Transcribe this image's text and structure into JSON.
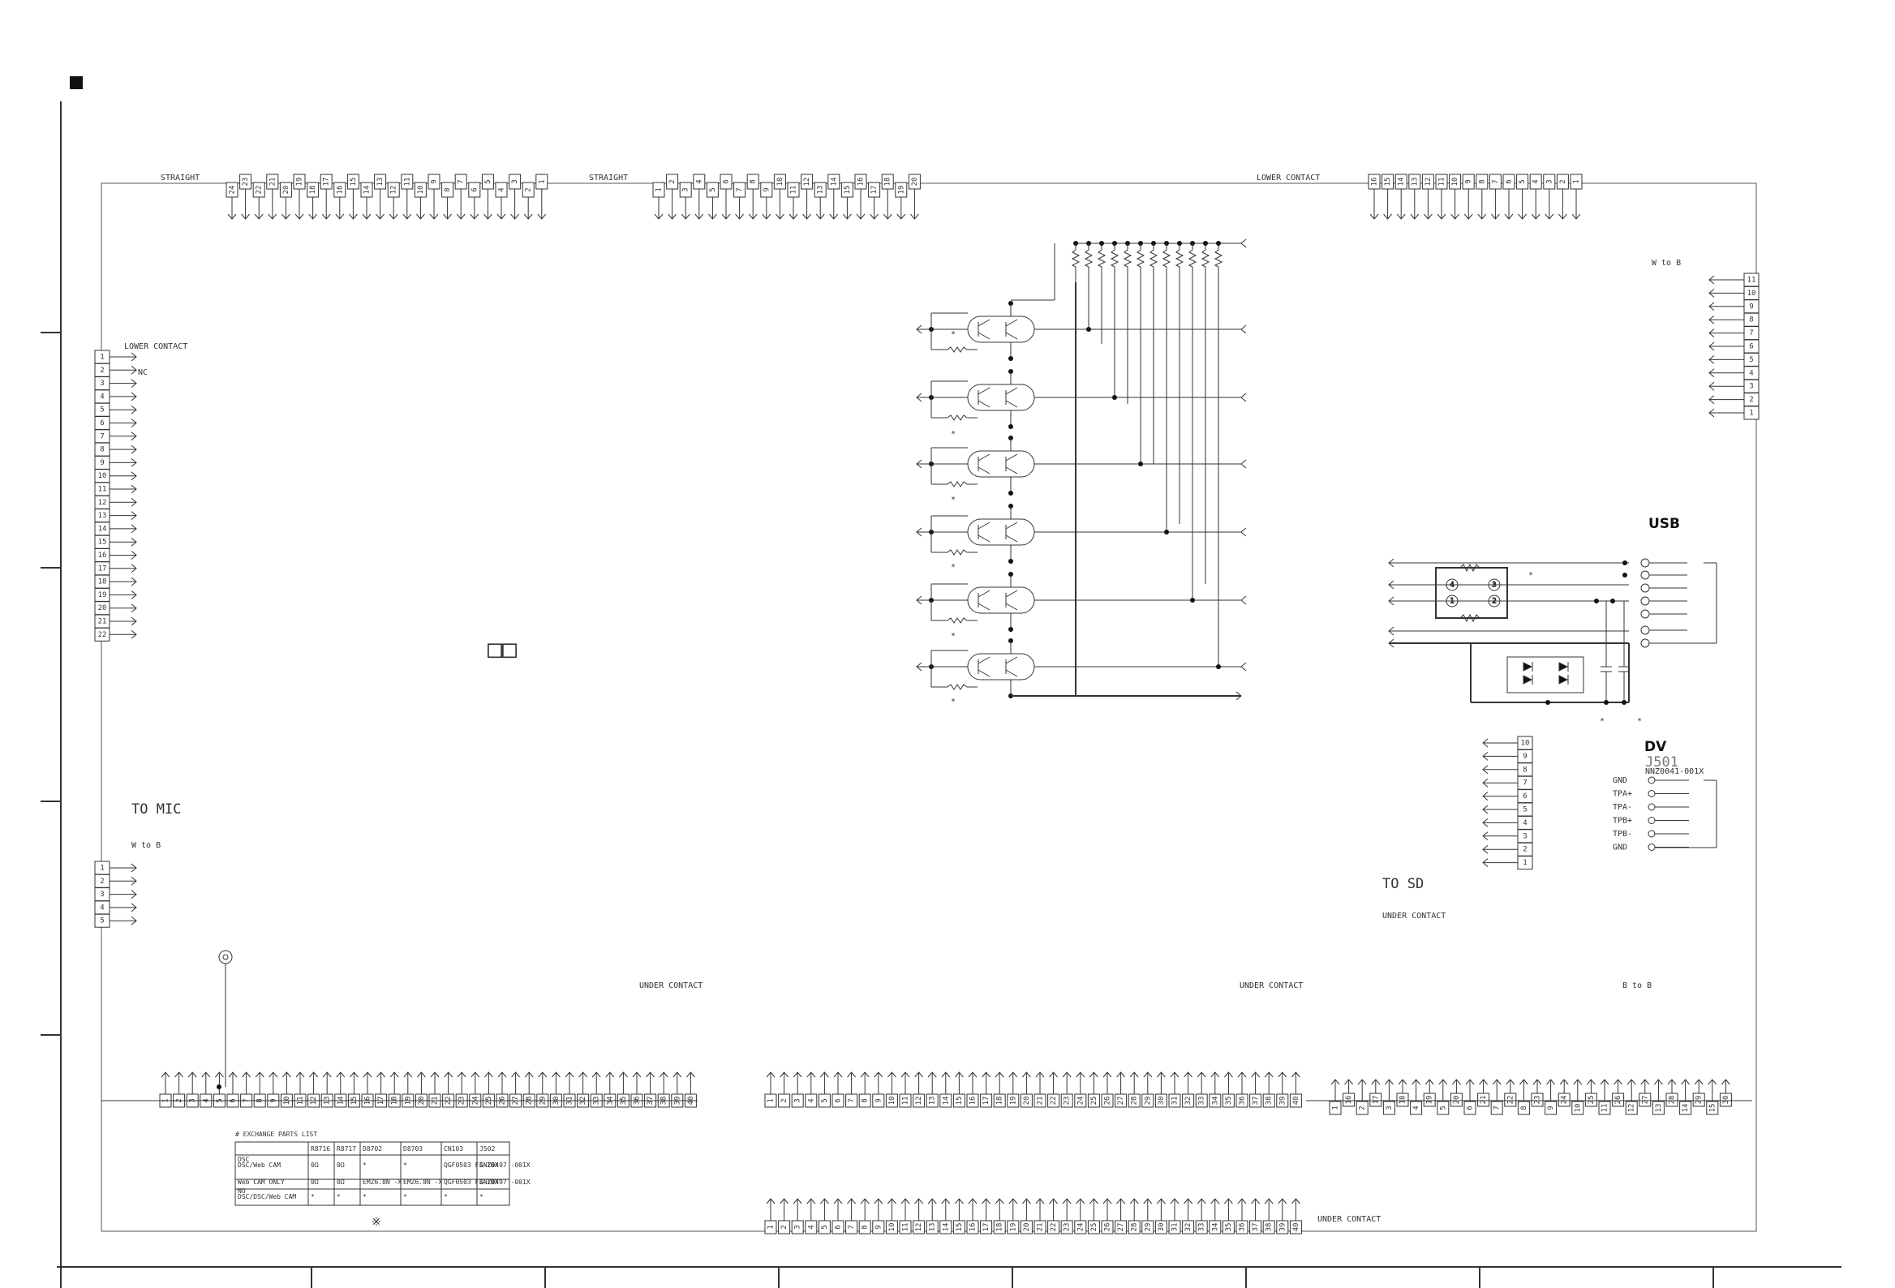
{
  "labels": {
    "straight": "STRAIGHT",
    "lower_contact": "LOWER CONTACT",
    "w_to_b": "W to B",
    "b_to_b": "B to B",
    "under_contact": "UNDER CONTACT",
    "nc": "NC",
    "to_mic": "TO MIC",
    "to_sd": "TO SD",
    "usb": "USB",
    "dv": "DV",
    "ref_j501": "J501",
    "part_j501": "NNZ0041-001X",
    "boxes": "□□",
    "ref_mark": "※",
    "star": "*"
  },
  "dv_signals": [
    "GND",
    "TPA+",
    "TPA-",
    "TPB+",
    "TPB-",
    "GND"
  ],
  "connectors": {
    "top1": [
      "24",
      "23",
      "22",
      "21",
      "20",
      "19",
      "18",
      "17",
      "16",
      "15",
      "14",
      "13",
      "12",
      "11",
      "10",
      "9",
      "8",
      "7",
      "6",
      "5",
      "4",
      "3",
      "2",
      "1"
    ],
    "top2": [
      "1",
      "2",
      "3",
      "4",
      "5",
      "6",
      "7",
      "8",
      "9",
      "10",
      "11",
      "12",
      "13",
      "14",
      "15",
      "16",
      "17",
      "18",
      "19",
      "20"
    ],
    "top3": [
      "16",
      "15",
      "14",
      "13",
      "12",
      "11",
      "10",
      "9",
      "8",
      "7",
      "6",
      "5",
      "4",
      "3",
      "2",
      "1"
    ],
    "left_upper": [
      "1",
      "2",
      "3",
      "4",
      "5",
      "6",
      "7",
      "8",
      "9",
      "10",
      "11",
      "12",
      "13",
      "14",
      "15",
      "16",
      "17",
      "18",
      "19",
      "20",
      "21",
      "22"
    ],
    "left_lower": [
      "1",
      "2",
      "3",
      "4",
      "5"
    ],
    "right_top": [
      "11",
      "10",
      "9",
      "8",
      "7",
      "6",
      "5",
      "4",
      "3",
      "2",
      "1"
    ],
    "sd": [
      "10",
      "9",
      "8",
      "7",
      "6",
      "5",
      "4",
      "3",
      "2",
      "1"
    ],
    "bottom1": [
      "1",
      "2",
      "3",
      "4",
      "5",
      "6",
      "7",
      "8",
      "9",
      "10",
      "11",
      "12",
      "13",
      "14",
      "15",
      "16",
      "17",
      "18",
      "19",
      "20",
      "21",
      "22",
      "23",
      "24",
      "25",
      "26",
      "27",
      "28",
      "29",
      "30",
      "31",
      "32",
      "33",
      "34",
      "35",
      "36",
      "37",
      "38",
      "39",
      "40"
    ],
    "bottom2": [
      "1",
      "2",
      "3",
      "4",
      "5",
      "6",
      "7",
      "8",
      "9",
      "10",
      "11",
      "12",
      "13",
      "14",
      "15",
      "16",
      "17",
      "18",
      "19",
      "20",
      "21",
      "22",
      "23",
      "24",
      "25",
      "26",
      "27",
      "28",
      "29",
      "30",
      "31",
      "32",
      "33",
      "34",
      "35",
      "36",
      "37",
      "38",
      "39",
      "40"
    ],
    "bottom3": [
      "1",
      "16",
      "2",
      "17",
      "3",
      "18",
      "4",
      "19",
      "5",
      "20",
      "6",
      "21",
      "7",
      "22",
      "8",
      "23",
      "9",
      "24",
      "10",
      "25",
      "11",
      "26",
      "12",
      "27",
      "13",
      "28",
      "14",
      "29",
      "15",
      "30"
    ],
    "bottom4": [
      "1",
      "2",
      "3",
      "4",
      "5",
      "6",
      "7",
      "8",
      "9",
      "10",
      "11",
      "12",
      "13",
      "14",
      "15",
      "16",
      "17",
      "18",
      "19",
      "20",
      "21",
      "22",
      "23",
      "24",
      "25",
      "26",
      "27",
      "28",
      "29",
      "30",
      "31",
      "32",
      "33",
      "34",
      "35",
      "36",
      "37",
      "38",
      "39",
      "40"
    ]
  },
  "usb_pins": [
    "4",
    "3",
    "1",
    "2"
  ],
  "parts_table": {
    "title": "# EXCHANGE PARTS LIST",
    "headers": [
      "",
      "R8716",
      "R8717",
      "D8702",
      "D8703",
      "CN103",
      "J502"
    ],
    "rows": [
      [
        "DSC",
        "",
        "",
        "",
        "",
        "",
        ""
      ],
      [
        "DSC/Web CAM",
        "0Ω",
        "0Ω",
        "*",
        "*",
        "QGF0503 F3-10X",
        "GNZ0497 -001X"
      ],
      [
        "Web CAM ONLY",
        "0Ω",
        "0Ω",
        "EMZ6.8N -X",
        "EMZ6.8N -X",
        "QGF0503 F3-10X",
        "GNZ0497 -001X"
      ],
      [
        "NO",
        "",
        "",
        "",
        "",
        "",
        ""
      ],
      [
        "DSC/DSC/Web CAM",
        "*",
        "*",
        "*",
        "*",
        "*",
        "*"
      ]
    ]
  }
}
